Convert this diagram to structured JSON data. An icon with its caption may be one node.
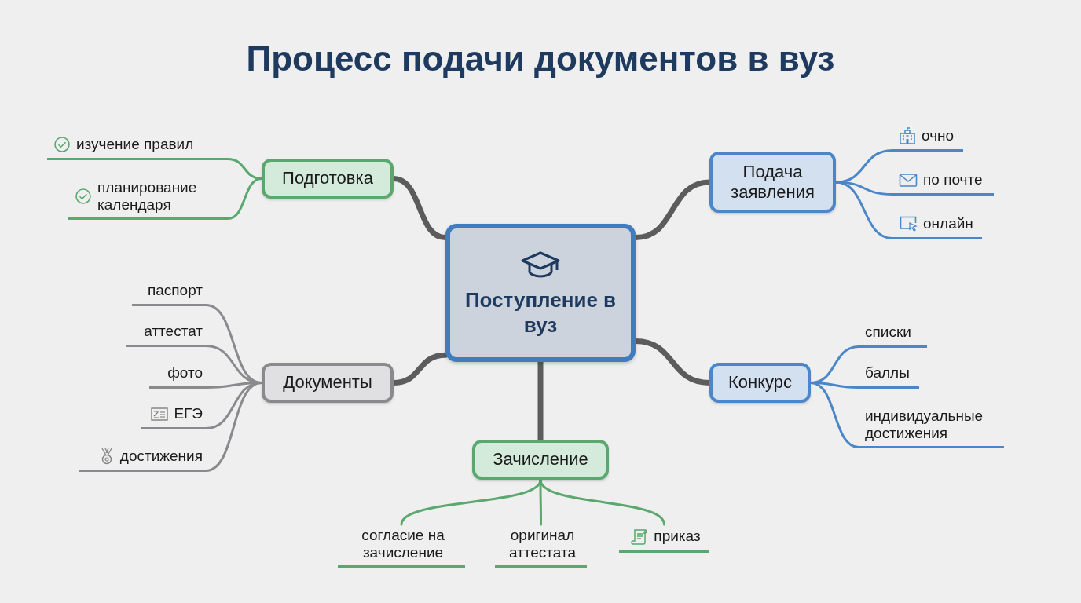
{
  "diagram": {
    "title": "Процесс подачи документов в вуз",
    "nodes": [
      {
        "text": [
          "Поступление в вуз"
        ]
      },
      {
        "text": [
          "Подготовка"
        ]
      },
      {
        "text": [
          "изучение правил"
        ]
      },
      {
        "text": [
          "планирование календаря"
        ]
      },
      {
        "text": [
          "Подача заявления"
        ]
      },
      {
        "text": [
          "очно"
        ]
      },
      {
        "text": [
          "по почте"
        ]
      },
      {
        "text": [
          "онлайн"
        ]
      },
      {
        "text": [
          "Документы"
        ]
      },
      {
        "text": [
          "паспорт"
        ]
      },
      {
        "text": [
          "аттестат"
        ]
      },
      {
        "text": [
          "фото"
        ]
      },
      {
        "text": [
          "ЕГЭ"
        ]
      },
      {
        "text": [
          "достижения"
        ]
      },
      {
        "text": [
          "Конкурс"
        ]
      },
      {
        "text": [
          "списки"
        ]
      },
      {
        "text": [
          "баллы"
        ]
      },
      {
        "text": [
          "индивидуальные достижения"
        ]
      },
      {
        "text": [
          "Зачисление"
        ]
      },
      {
        "text": [
          "согласие на зачисление"
        ]
      },
      {
        "text": [
          "оригинал аттестата"
        ]
      },
      {
        "text": [
          "приказ"
        ]
      }
    ],
    "edges": [
      {
        "from": 0,
        "to": 1,
        "arrow": "none",
        "style": "thick",
        "color": "#5c5c5c"
      },
      {
        "from": 0,
        "to": 4,
        "arrow": "none",
        "style": "thick",
        "color": "#5c5c5c"
      },
      {
        "from": 0,
        "to": 8,
        "arrow": "none",
        "style": "thick",
        "color": "#5c5c5c"
      },
      {
        "from": 0,
        "to": 14,
        "arrow": "none",
        "style": "thick",
        "color": "#5c5c5c"
      },
      {
        "from": 0,
        "to": 18,
        "arrow": "none",
        "style": "thick",
        "color": "#5c5c5c"
      },
      {
        "from": 1,
        "to": 2,
        "arrow": "none",
        "color": "#5aa86e"
      },
      {
        "from": 1,
        "to": 3,
        "arrow": "none",
        "color": "#5aa86e"
      },
      {
        "from": 4,
        "to": 5,
        "arrow": "none"
      },
      {
        "from": 4,
        "to": 6,
        "arrow": "none"
      },
      {
        "from": 4,
        "to": 7,
        "arrow": "none"
      },
      {
        "from": 8,
        "to": 9,
        "arrow": "none",
        "color": "#8a8a8e"
      },
      {
        "from": 8,
        "to": 10,
        "arrow": "none",
        "color": "#8a8a8e"
      },
      {
        "from": 8,
        "to": 11,
        "arrow": "none",
        "color": "#8a8a8e"
      },
      {
        "from": 8,
        "to": 12,
        "arrow": "none",
        "color": "#8a8a8e"
      },
      {
        "from": 8,
        "to": 13,
        "arrow": "none",
        "color": "#8a8a8e"
      },
      {
        "from": 14,
        "to": 15,
        "arrow": "none"
      },
      {
        "from": 14,
        "to": 16,
        "arrow": "none"
      },
      {
        "from": 14,
        "to": 17,
        "arrow": "none"
      },
      {
        "from": 18,
        "to": 19,
        "arrow": "none",
        "color": "#5aa86e"
      },
      {
        "from": 18,
        "to": 20,
        "arrow": "none",
        "color": "#5aa86e"
      },
      {
        "from": 18,
        "to": 21,
        "arrow": "none",
        "color": "#5aa86e"
      }
    ]
  }
}
